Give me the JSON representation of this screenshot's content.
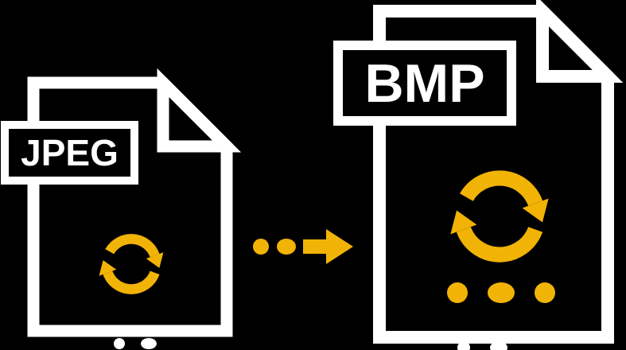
{
  "illustration": {
    "title": "JPEG to BMP conversion graphic",
    "source": {
      "format_label": "JPEG"
    },
    "target": {
      "format_label": "BMP"
    }
  },
  "colors": {
    "bg": "#000000",
    "white": "#ffffff",
    "accent": "#f2b307"
  }
}
